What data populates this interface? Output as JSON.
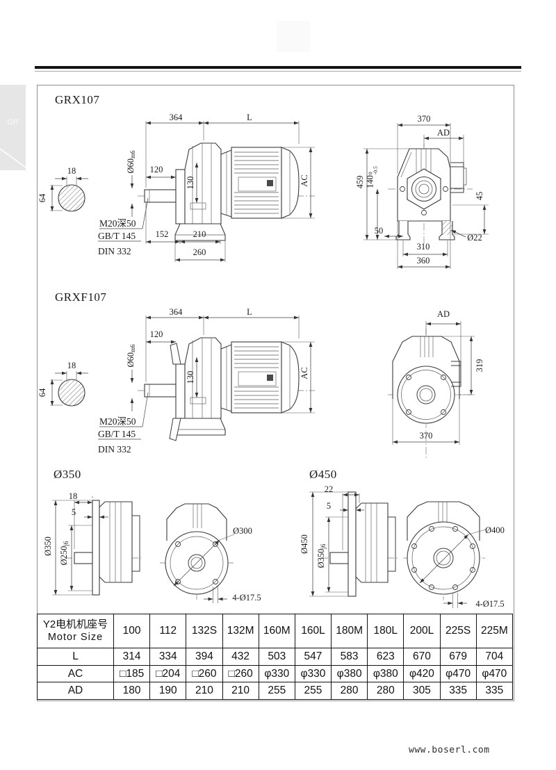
{
  "tab": {
    "label": "GR"
  },
  "footer": {
    "url": "www.boserl.com"
  },
  "grx107": {
    "title": "GRX107",
    "shaft": {
      "key_width": "18",
      "height": "64"
    },
    "side": {
      "gear_len": "364",
      "motor_len": "L",
      "d120": "120",
      "shaft_dia": {
        "main": "Ø60",
        "sub": "m6"
      },
      "d130": "130",
      "ac": "AC",
      "thread_note": "M20深50",
      "std1": "GB/T 145",
      "std2": "DIN 332",
      "d152": "152",
      "d210": "210",
      "d260": "260"
    },
    "front": {
      "d370": "370",
      "ad": "AD",
      "d459": "459",
      "d140": {
        "main": "140",
        "tol_top": "0",
        "tol_bot": "-0.5"
      },
      "d45": "45",
      "d50": "50",
      "d310": "310",
      "d360": "360",
      "hole": "Ø22"
    }
  },
  "grxf107": {
    "title": "GRXF107",
    "shaft": {
      "key_width": "18",
      "height": "64"
    },
    "side": {
      "gear_len": "364",
      "motor_len": "L",
      "d120": "120",
      "shaft_dia": {
        "main": "Ø60",
        "sub": "m6"
      },
      "d130": "130",
      "ac": "AC",
      "thread_note": "M20深50",
      "std1": "GB/T 145",
      "std2": "DIN 332"
    },
    "front": {
      "ad": "AD",
      "d319": "319",
      "d370": "370"
    }
  },
  "flange350": {
    "title": "Ø350",
    "d18": "18",
    "d5": "5",
    "outer": "Ø350",
    "spigot": {
      "main": "Ø250",
      "sub": "j6"
    },
    "bolt_circle": "Ø300",
    "holes": "4-Ø17.5"
  },
  "flange450": {
    "title": "Ø450",
    "d22": "22",
    "d5": "5",
    "outer": "Ø450",
    "spigot": {
      "main": "Ø350",
      "sub": "j6"
    },
    "bolt_circle": "Ø400",
    "holes": "4-Ø17.5"
  },
  "table": {
    "header": {
      "line1": "Y2电机机座号",
      "line2": "Motor Size"
    },
    "sizes": [
      "100",
      "112",
      "132S",
      "132M",
      "160M",
      "160L",
      "180M",
      "180L",
      "200L",
      "225S",
      "225M"
    ],
    "rows": [
      {
        "label": "L",
        "values": [
          "314",
          "334",
          "394",
          "432",
          "503",
          "547",
          "583",
          "623",
          "670",
          "679",
          "704"
        ]
      },
      {
        "label": "AC",
        "values": [
          "□185",
          "□204",
          "□260",
          "□260",
          "φ330",
          "φ330",
          "φ380",
          "φ380",
          "φ420",
          "φ470",
          "φ470"
        ]
      },
      {
        "label": "AD",
        "values": [
          "180",
          "190",
          "210",
          "210",
          "255",
          "255",
          "280",
          "280",
          "305",
          "335",
          "335"
        ]
      }
    ]
  }
}
